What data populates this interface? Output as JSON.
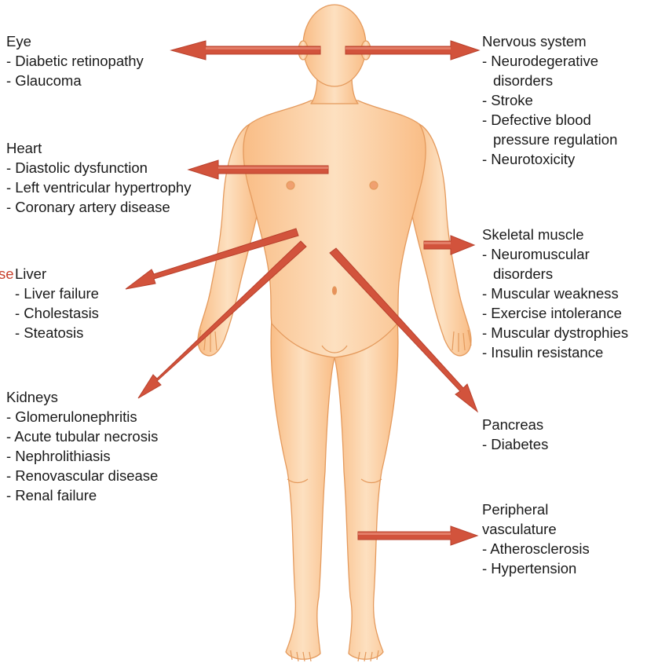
{
  "colors": {
    "skin_fill": "#fbc896",
    "skin_light": "#fde2c4",
    "skin_outline": "#e49a5d",
    "arrow_fill": "#d2533c",
    "arrow_light": "#f0a08a",
    "arrow_outline": "#b8402c",
    "clipped_text": "#c8402c"
  },
  "clipped_text": "se",
  "organs": {
    "eye": {
      "title": "Eye",
      "items": [
        "- Diabetic retinopathy",
        "- Glaucoma"
      ]
    },
    "heart": {
      "title": "Heart",
      "items": [
        "- Diastolic dysfunction",
        "- Left ventricular hypertrophy",
        "- Coronary artery disease"
      ]
    },
    "liver": {
      "title": "Liver",
      "items": [
        "- Liver failure",
        "- Cholestasis",
        "- Steatosis"
      ]
    },
    "kidneys": {
      "title": "Kidneys",
      "items": [
        "- Glomerulonephritis",
        "- Acute tubular necrosis",
        "- Nephrolithiasis",
        "- Renovascular disease",
        "- Renal failure"
      ]
    },
    "nervous": {
      "title": "Nervous system",
      "items": [
        "- Neurodegerative",
        "disorders",
        "- Stroke",
        "- Defective blood",
        "pressure regulation",
        "- Neurotoxicity"
      ]
    },
    "muscle": {
      "title": "Skeletal muscle",
      "items": [
        "- Neuromuscular",
        "disorders",
        "- Muscular weakness",
        "- Exercise intolerance",
        "- Muscular dystrophies",
        "- Insulin resistance"
      ]
    },
    "pancreas": {
      "title": "Pancreas",
      "items": [
        "- Diabetes"
      ]
    },
    "vasculature": {
      "title_lines": [
        "Peripheral",
        "vasculature"
      ],
      "items": [
        "- Atherosclerosis",
        "- Hypertension"
      ]
    }
  }
}
